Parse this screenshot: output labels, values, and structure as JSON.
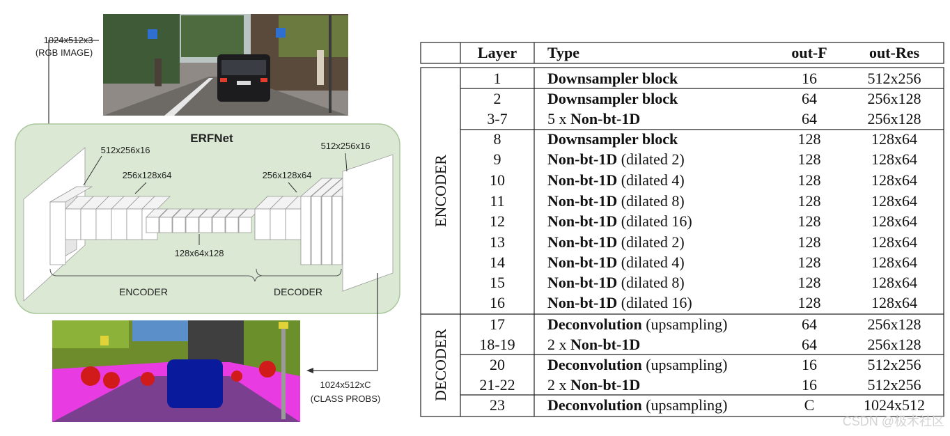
{
  "diagram": {
    "input_label_1": "1024x512x3",
    "input_label_2": "(RGB IMAGE)",
    "model_name": "ERFNet",
    "dim_512_256_16_left": "512x256x16",
    "dim_256_128_64_left": "256x128x64",
    "dim_128_64_128": "128x64x128",
    "dim_256_128_64_right": "256x128x64",
    "dim_512_256_16_right": "512x256x16",
    "encoder_label": "ENCODER",
    "decoder_label": "DECODER",
    "output_label_1": "1024x512xC",
    "output_label_2": "(CLASS PROBS)"
  },
  "table": {
    "headers": {
      "layer": "Layer",
      "type": "Type",
      "out_f": "out-F",
      "out_res": "out-Res"
    },
    "encoder_label": "ENCODER",
    "decoder_label": "DECODER",
    "rows": [
      {
        "layer": "1",
        "type_bold": "Downsampler block",
        "type_rest": "",
        "out_f": "16",
        "out_res": "512x256"
      },
      {
        "layer": "2",
        "type_bold": "Downsampler block",
        "type_rest": "",
        "out_f": "64",
        "out_res": "256x128"
      },
      {
        "layer": "3-7",
        "type_prefix": "5 x ",
        "type_bold": "Non-bt-1D",
        "type_rest": "",
        "out_f": "64",
        "out_res": "256x128"
      },
      {
        "layer": "8",
        "type_bold": "Downsampler block",
        "type_rest": "",
        "out_f": "128",
        "out_res": "128x64"
      },
      {
        "layer": "9",
        "type_bold": "Non-bt-1D",
        "type_rest": "(dilated 2)",
        "out_f": "128",
        "out_res": "128x64"
      },
      {
        "layer": "10",
        "type_bold": "Non-bt-1D",
        "type_rest": "(dilated 4)",
        "out_f": "128",
        "out_res": "128x64"
      },
      {
        "layer": "11",
        "type_bold": "Non-bt-1D",
        "type_rest": "(dilated 8)",
        "out_f": "128",
        "out_res": "128x64"
      },
      {
        "layer": "12",
        "type_bold": "Non-bt-1D",
        "type_rest": "(dilated 16)",
        "out_f": "128",
        "out_res": "128x64"
      },
      {
        "layer": "13",
        "type_bold": "Non-bt-1D",
        "type_rest": "(dilated 2)",
        "out_f": "128",
        "out_res": "128x64"
      },
      {
        "layer": "14",
        "type_bold": "Non-bt-1D",
        "type_rest": "(dilated 4)",
        "out_f": "128",
        "out_res": "128x64"
      },
      {
        "layer": "15",
        "type_bold": "Non-bt-1D",
        "type_rest": "(dilated 8)",
        "out_f": "128",
        "out_res": "128x64"
      },
      {
        "layer": "16",
        "type_bold": "Non-bt-1D",
        "type_rest": "(dilated 16)",
        "out_f": "128",
        "out_res": "128x64"
      },
      {
        "layer": "17",
        "type_bold": "Deconvolution",
        "type_rest": "(upsampling)",
        "out_f": "64",
        "out_res": "256x128"
      },
      {
        "layer": "18-19",
        "type_prefix": "2 x ",
        "type_bold": "Non-bt-1D",
        "type_rest": "",
        "out_f": "64",
        "out_res": "256x128"
      },
      {
        "layer": "20",
        "type_bold": "Deconvolution",
        "type_rest": "(upsampling)",
        "out_f": "16",
        "out_res": "512x256"
      },
      {
        "layer": "21-22",
        "type_prefix": "2 x ",
        "type_bold": "Non-bt-1D",
        "type_rest": "",
        "out_f": "16",
        "out_res": "512x256"
      },
      {
        "layer": "23",
        "type_bold": "Deconvolution",
        "type_rest": "(upsampling)",
        "out_f": "C",
        "out_res": "1024x512"
      }
    ]
  },
  "watermark": "CSDN @极术社区",
  "colors": {
    "panel_fill": "#dbe9d4",
    "panel_stroke": "#a9c79c",
    "segmentation_magenta": "#e83ce2",
    "segmentation_road": "#7a3f8f",
    "car_blue": "#0a1a9c",
    "person_red": "#d11a1a"
  }
}
